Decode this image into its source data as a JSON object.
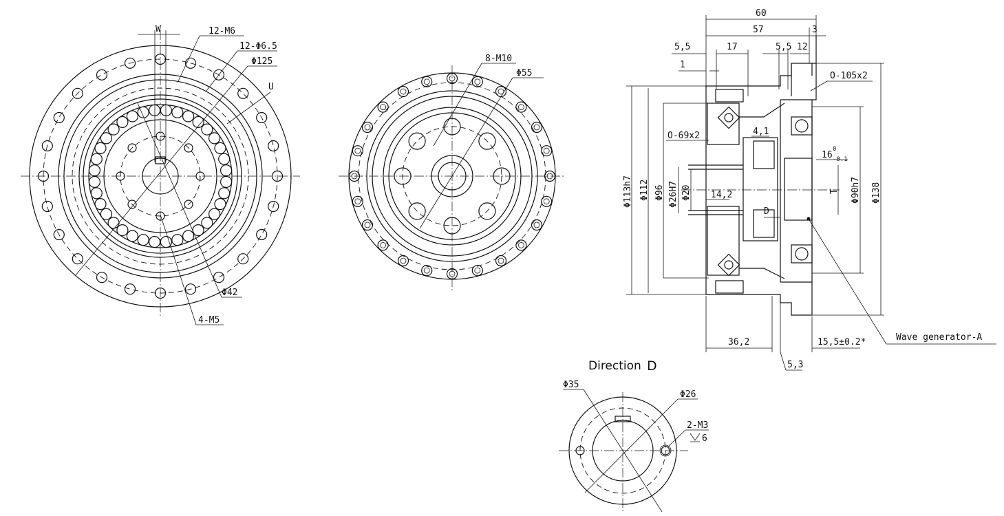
{
  "front_view": {
    "w": "W",
    "m6": "12-M6",
    "phi65": "12-Φ6.5",
    "phi125": "Φ125",
    "u": "U",
    "phi42": "Φ42",
    "m5": "4-M5"
  },
  "rear_view": {
    "m10": "8-M10",
    "phi55": "Φ55"
  },
  "section_view": {
    "d60": "60",
    "d57": "57",
    "d3": "3",
    "d55a": "5,5",
    "d17": "17",
    "d55b": "5,5",
    "d12": "12",
    "d1": "1",
    "oring105": "O-105x2",
    "oring69": "O-69x2",
    "d41": "4,1",
    "d16": "16",
    "d16_upper": "0",
    "d16_lower": "-0.1",
    "d113": "Φ113h7",
    "d112": "Φ112",
    "d96": "Φ96",
    "d26h7": "Φ26H7",
    "d20": "Φ20",
    "d142": "14,2",
    "t": "T",
    "dlabel": "D",
    "d90": "Φ90h7",
    "d138": "Φ138",
    "d362": "36,2",
    "d155": "15,5±0.2*",
    "d53": "5,3",
    "wave": "Wave generator-A"
  },
  "direction_view": {
    "title": "Direction",
    "letter": "D",
    "phi35": "Φ35",
    "phi26": "Φ26",
    "m3": "2-M3",
    "depth": "6"
  }
}
